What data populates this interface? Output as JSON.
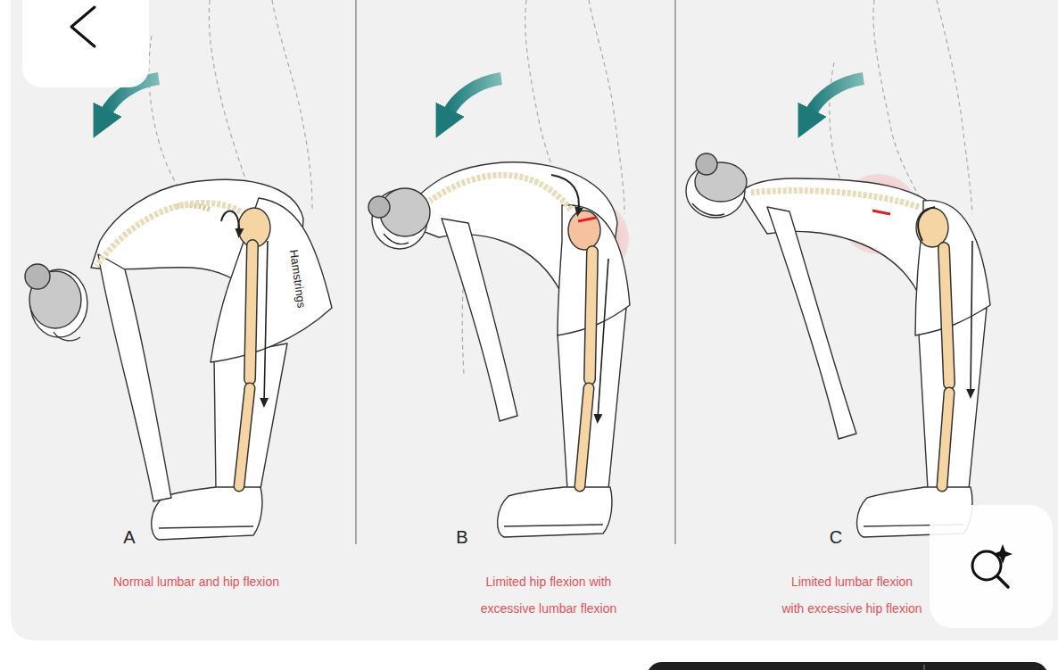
{
  "diagram": {
    "labels": [
      "Hamstrings",
      "A",
      "B",
      "C",
      "Normal lumbar and hip flexion",
      "Limited hip flexion with excessive lumbar flexion",
      "Limited lumbar flexion with excessive hip flexion"
    ]
  }
}
